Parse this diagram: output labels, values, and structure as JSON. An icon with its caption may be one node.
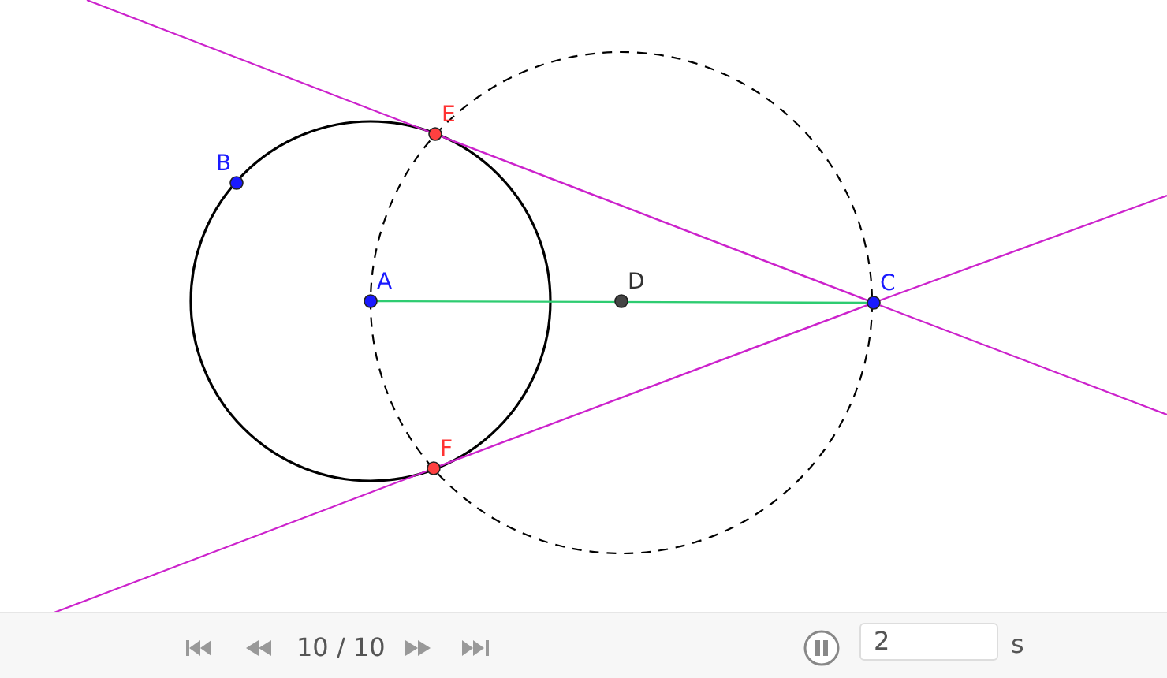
{
  "diagram": {
    "nodes": [
      {
        "text": [
          "E"
        ]
      },
      {
        "text": [
          "B"
        ]
      },
      {
        "text": [
          "A"
        ]
      },
      {
        "text": [
          "D"
        ]
      },
      {
        "text": [
          "C"
        ]
      },
      {
        "text": [
          "F"
        ]
      }
    ],
    "edges": [
      {
        "from": 2,
        "to": 4,
        "arrow": "none",
        "color": "#2ecc71"
      },
      {
        "from": 0,
        "to": 4,
        "arrow": "none"
      },
      {
        "from": 5,
        "to": 4,
        "arrow": "none"
      }
    ],
    "labels": [
      "10 / 10",
      "2",
      "s"
    ]
  }
}
